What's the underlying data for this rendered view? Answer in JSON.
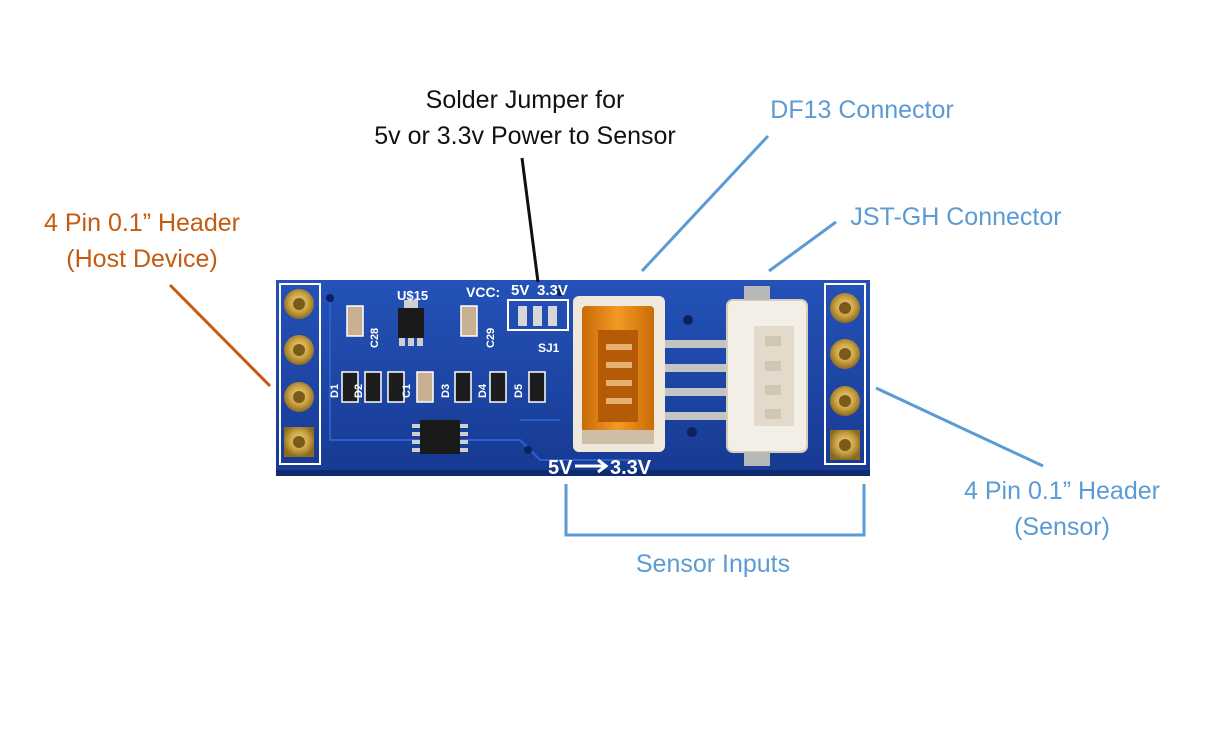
{
  "annotations": {
    "solder_jumper": [
      "Solder Jumper for",
      "5v or 3.3v Power to Sensor"
    ],
    "df13": "DF13 Connector",
    "jst": "JST-GH Connector",
    "header_host": [
      "4 Pin 0.1” Header",
      "(Host Device)"
    ],
    "header_sensor": [
      "4 Pin 0.1” Header",
      "(Sensor)"
    ],
    "sensor_inputs": "Sensor Inputs"
  },
  "silkscreen": {
    "u15": "U$15",
    "vcc": "VCC:",
    "jumper_5v": "5V",
    "jumper_33v": "3.3V",
    "c28": "C28",
    "c29": "C29",
    "sj1": "SJ1",
    "d1": "D1",
    "d2": "D2",
    "d3": "D3",
    "d4": "D4",
    "d5": "D5",
    "c1": "C1",
    "conversion_5v": "5V",
    "conversion_33v": "3.3V"
  },
  "colors": {
    "pcb": "#1e46a6",
    "annotation_black": "#111111",
    "annotation_orange": "#c55a11",
    "annotation_blue": "#5b9bd5",
    "df13_housing": "#e8870f",
    "jst_housing": "#f3eee6",
    "pad_gold": "#c8a040"
  }
}
